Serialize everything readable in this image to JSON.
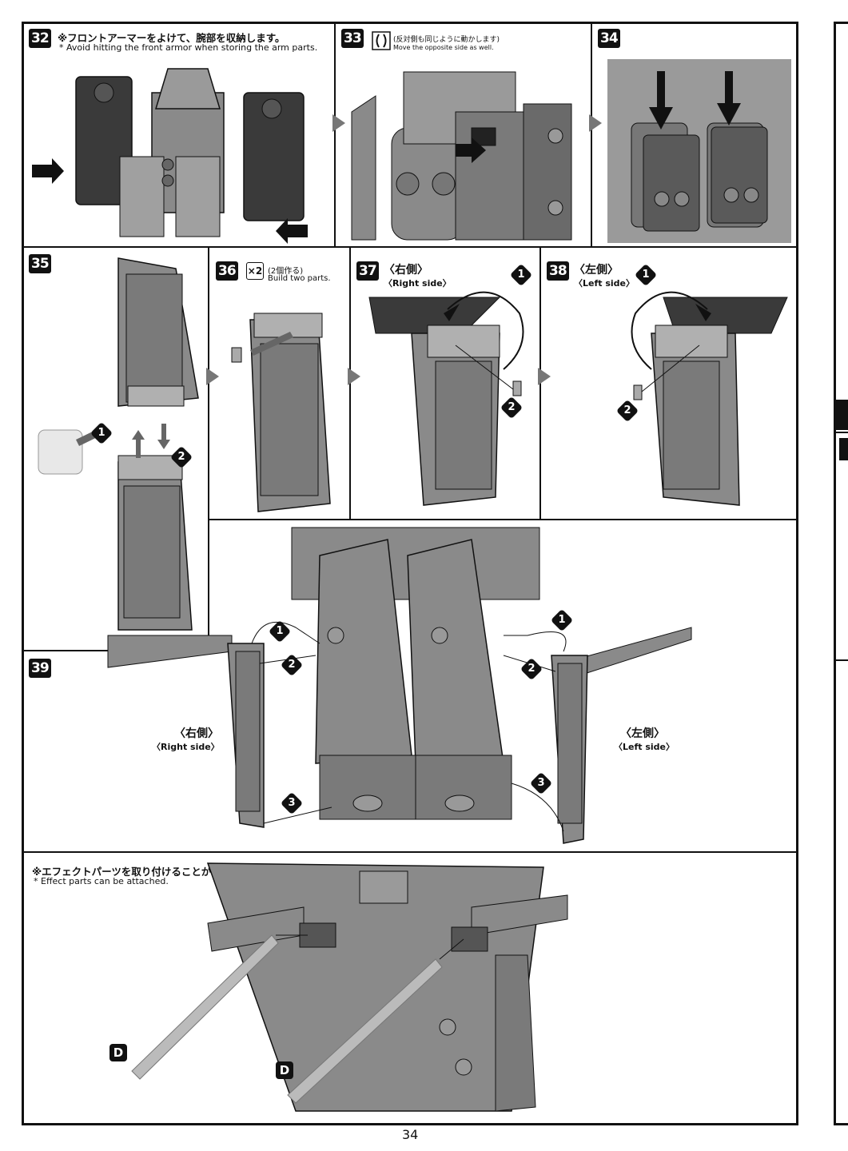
{
  "page_number": "34",
  "steps": {
    "s32": {
      "num": "32",
      "jp": "※フロントアーマーをよけて、腕部を収納します。",
      "en": "* Avoid hitting the front armor when storing the arm parts."
    },
    "s33": {
      "num": "33",
      "jp": "(反対側も同じように動かします)",
      "en": "Move the opposite side as well."
    },
    "s34": {
      "num": "34"
    },
    "s35": {
      "num": "35"
    },
    "s36": {
      "num": "36",
      "count": "×2",
      "jp": "(2個作る)",
      "en": "Build two parts."
    },
    "s37": {
      "num": "37",
      "jp": "〈右側〉",
      "en": "〈Right side〉"
    },
    "s38": {
      "num": "38",
      "jp": "〈左側〉",
      "en": "〈Left side〉"
    },
    "s39": {
      "num": "39",
      "right_jp": "〈右側〉",
      "right_en": "〈Right side〉",
      "left_jp": "〈左側〉",
      "left_en": "〈Left side〉"
    },
    "effect": {
      "jp": "※エフェクトパーツを取り付けることができます。",
      "en": "* Effect parts can be attached.",
      "part_label": "D"
    }
  },
  "callouts": [
    "1",
    "2",
    "3"
  ],
  "colors": {
    "line": "#111111",
    "part_fill": "#8a8a8a",
    "part_dark": "#3a3a3a",
    "arrow_grey": "#777777"
  }
}
